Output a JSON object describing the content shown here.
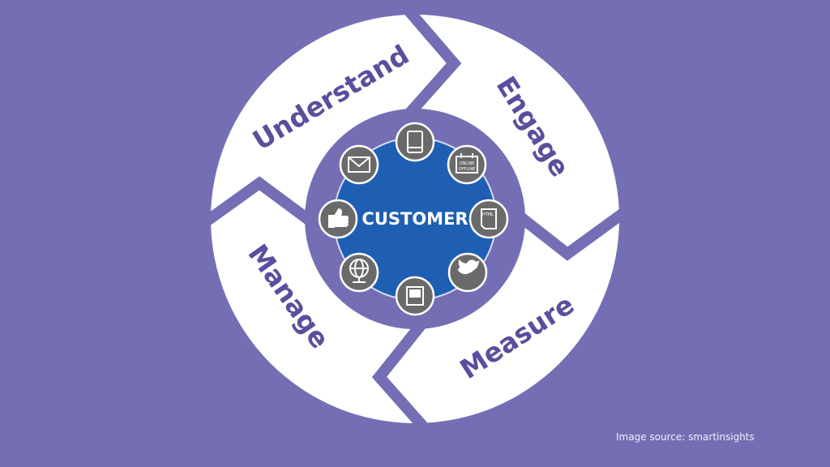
{
  "stages": [
    "Understand",
    "Engage",
    "Measure",
    "Manage"
  ],
  "center_label": "CUSTOMER",
  "icons": [
    "mobile-icon",
    "online-offline-calendar-icon",
    "html-document-icon",
    "twitter-icon",
    "print-document-icon",
    "globe-network-icon",
    "thumbs-up-icon",
    "envelope-icon"
  ],
  "icon_text": {
    "online": "ONLINE",
    "offline": "OFFLINE",
    "html": "HTML"
  },
  "source": "Image source: smartinsights",
  "colors": {
    "background": "#746fb4",
    "ring": "#ffffff",
    "text": "#5a4f9e",
    "center": "#1f5fb3",
    "icon": "#6a6a6a"
  }
}
